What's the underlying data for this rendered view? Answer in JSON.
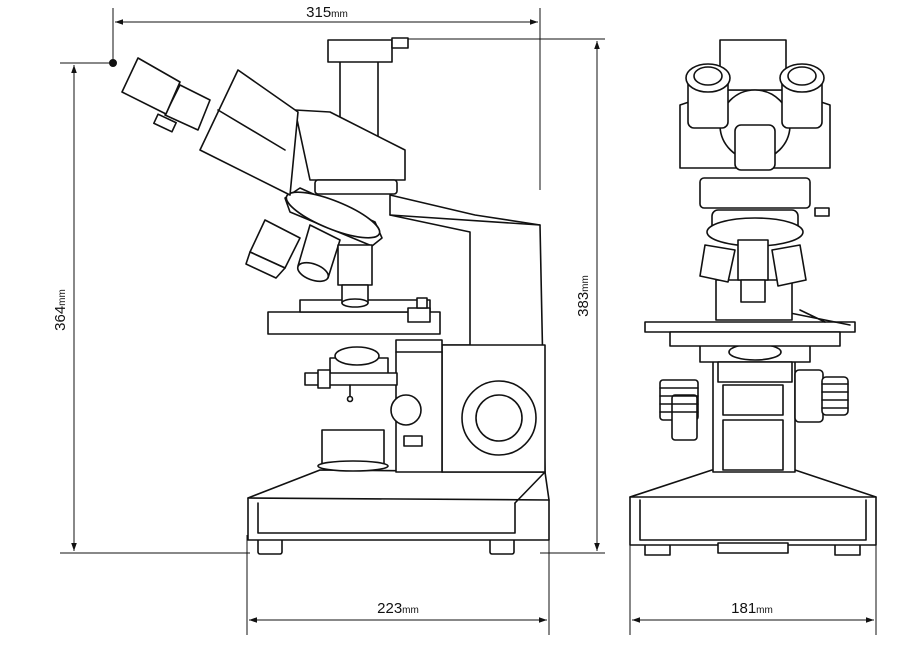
{
  "dimensions": {
    "top_width": {
      "value": "315",
      "unit": "mm"
    },
    "left_height": {
      "value": "364",
      "unit": "mm"
    },
    "right_height": {
      "value": "383",
      "unit": "mm"
    },
    "base_width": {
      "value": "223",
      "unit": "mm"
    },
    "front_width": {
      "value": "181",
      "unit": "mm"
    }
  },
  "colors": {
    "line": "#111111",
    "background": "#ffffff"
  }
}
